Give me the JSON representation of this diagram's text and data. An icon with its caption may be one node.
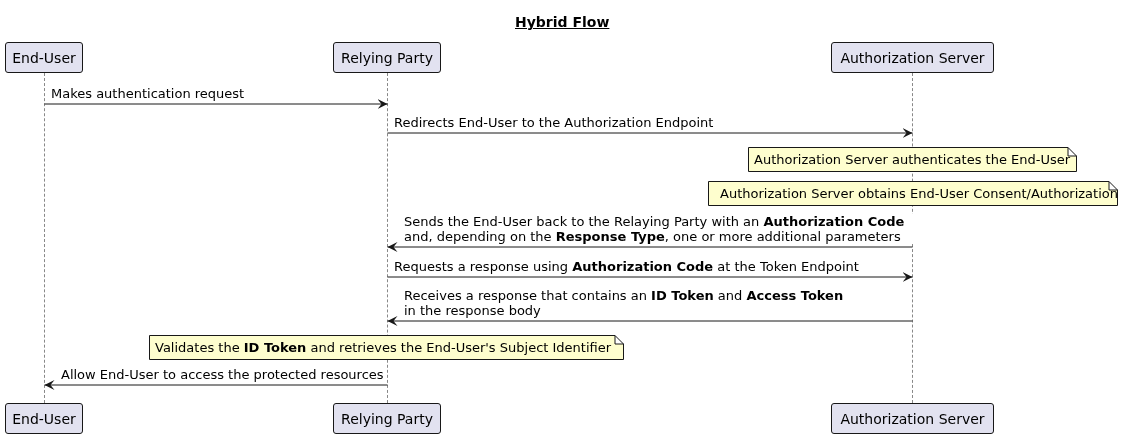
{
  "diagram": {
    "title": "Hybrid Flow",
    "nodes": [
      {
        "text": [
          "End-User"
        ]
      },
      {
        "text": [
          "Relying Party"
        ]
      },
      {
        "text": [
          "Authorization Server"
        ]
      },
      {
        "text": [],
        "shape": "line"
      },
      {
        "text": [],
        "shape": "line"
      },
      {
        "text": [],
        "shape": "line"
      },
      {
        "text": [
          "Authorization Server authenticates the End-User"
        ]
      },
      {
        "text": [
          "Authorization Server obtains End-User Consent/Authorization"
        ]
      },
      {
        "text": [
          "Validates the **ID Token** and retrieves the End-User's Subject Identifier"
        ]
      },
      {
        "text": [
          "End-User"
        ]
      },
      {
        "text": [
          "Relying Party"
        ]
      },
      {
        "text": [
          "Authorization Server"
        ]
      }
    ],
    "edges": [
      {
        "from": 3,
        "to": 4,
        "arrow": "to",
        "label": "Makes authentication request"
      },
      {
        "from": 4,
        "to": 5,
        "arrow": "to",
        "label": "Redirects End-User to the Authorization Endpoint"
      },
      {
        "from": 5,
        "to": 4,
        "arrow": "to",
        "label": "Sends the End-User back to the Relaying Party with an **Authorization Code** and, depending on the **Response Type**, one or more additional parameters"
      },
      {
        "from": 4,
        "to": 5,
        "arrow": "to",
        "label": "Requests a response using **Authorization Code** at the Token Endpoint"
      },
      {
        "from": 5,
        "to": 4,
        "arrow": "to",
        "label": "Receives a response that contains an **ID Token** and **Access Token** in the response body"
      },
      {
        "from": 4,
        "to": 3,
        "arrow": "to",
        "label": "Allow End-User to access the protected resources"
      }
    ]
  }
}
